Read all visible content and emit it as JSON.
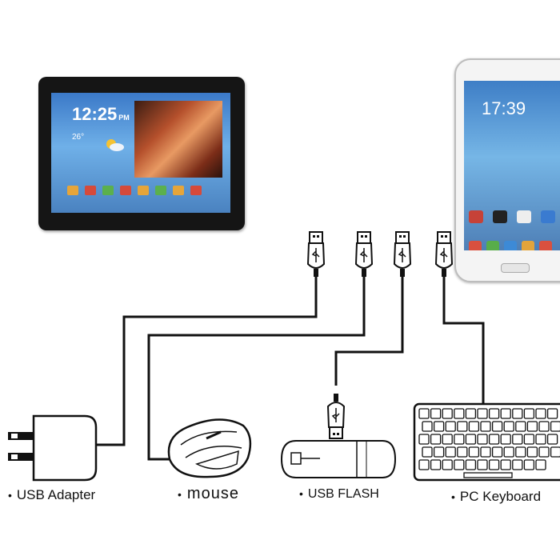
{
  "tablet": {
    "time": "12:25",
    "ampm": "PM",
    "temperature": "26°"
  },
  "phone": {
    "time": "17:39"
  },
  "labels": {
    "usb_adapter": "USB Adapter",
    "mouse": "mouse",
    "usb_flash": "USB FLASH",
    "pc_keyboard": "PC Keyboard",
    "bullet": "•"
  },
  "icons": [
    "tablet-icon",
    "phone-icon",
    "usb-plug-icon",
    "usb-adapter-icon",
    "mouse-icon",
    "usb-flash-icon",
    "keyboard-icon"
  ]
}
